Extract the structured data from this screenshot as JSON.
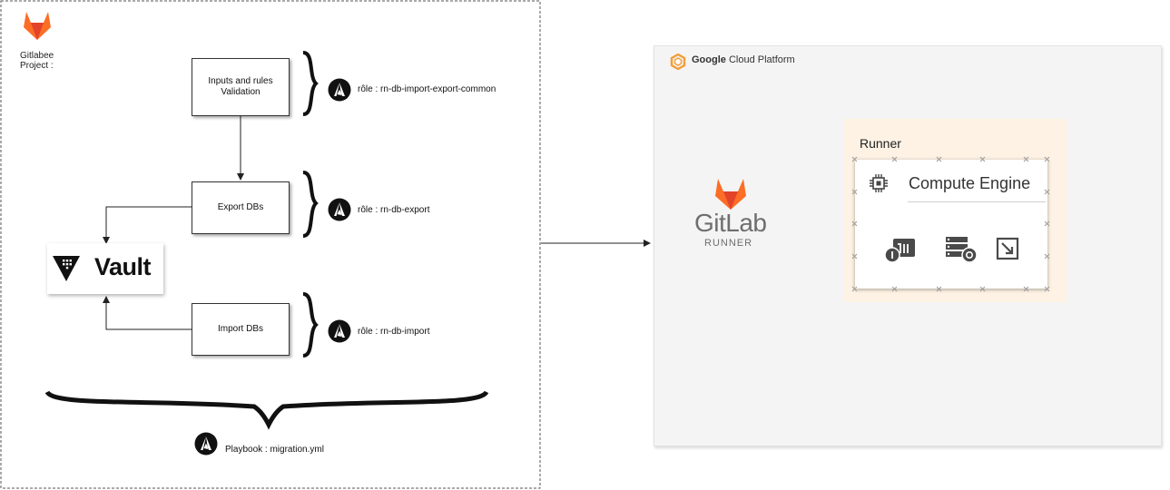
{
  "project": {
    "label_line1": "Gitlabee",
    "label_line2": "Project :"
  },
  "tasks": [
    {
      "label": "Inputs and rules Validation",
      "role": "rôle : rn-db-import-export-common"
    },
    {
      "label": "Export DBs",
      "role": "rôle : rn-db-export"
    },
    {
      "label": "Import DBs",
      "role": "rôle : rn-db-import"
    }
  ],
  "vault": {
    "label": "Vault"
  },
  "playbook": {
    "label": "Playbook : migration.yml"
  },
  "gcp": {
    "brand": "Google",
    "product": "Cloud Platform"
  },
  "gitlab_runner": {
    "title": "GitLab",
    "subtitle": "RUNNER"
  },
  "runner_group": {
    "title": "Runner"
  },
  "compute_engine": {
    "title": "Compute Engine",
    "icons": [
      "node-badge-icon",
      "server-stack-icon",
      "resize-icon"
    ]
  },
  "colors": {
    "gitlab_orange": "#fc6d26",
    "gitlab_dark": "#e24329",
    "gcp_orange": "#f29e38",
    "runner_bg": "#fdf2e3"
  }
}
